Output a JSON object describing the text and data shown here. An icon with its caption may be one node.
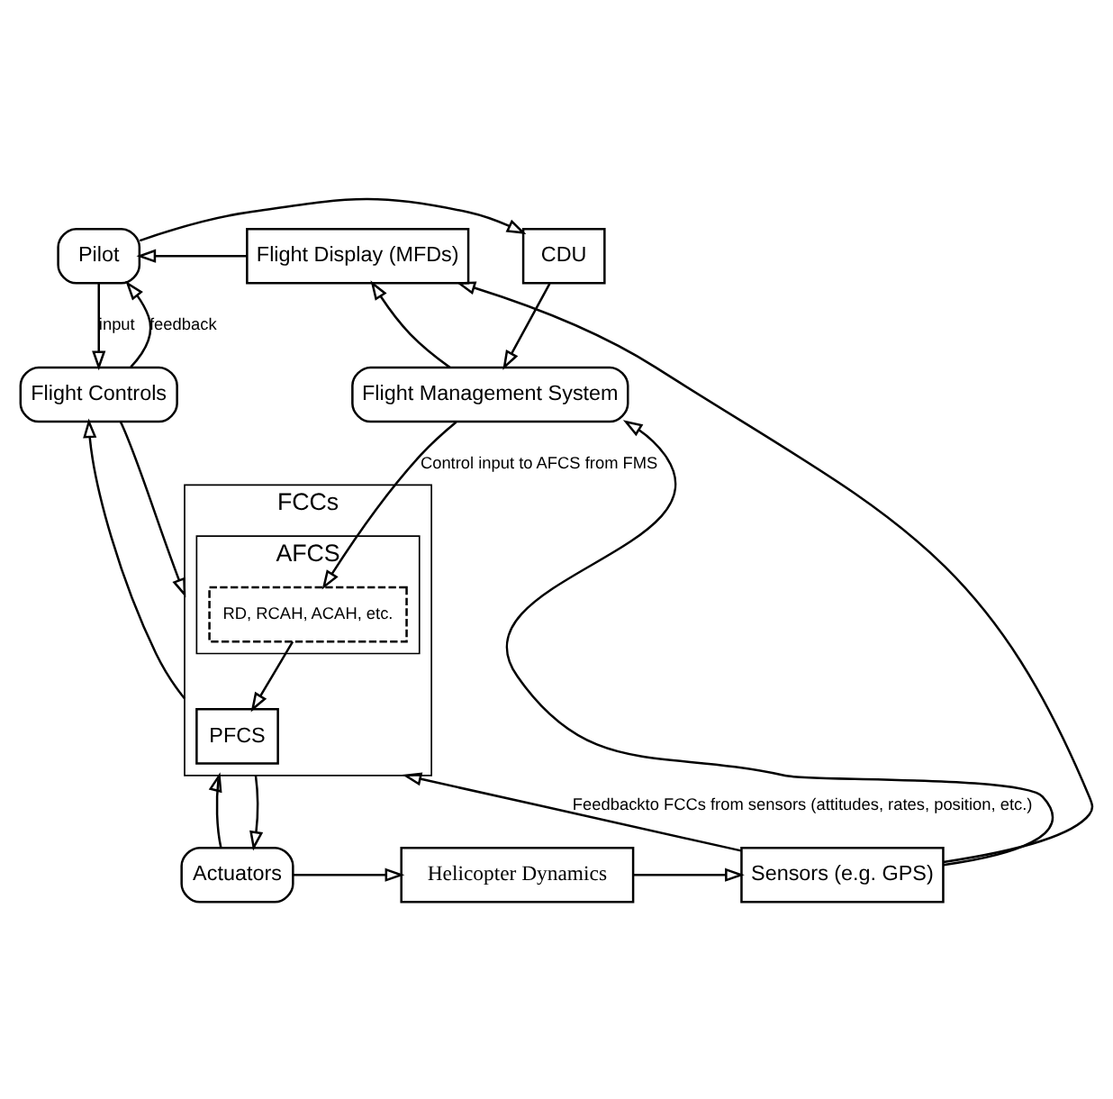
{
  "diagram": {
    "nodes": [
      {
        "text": [
          "Pilot"
        ]
      },
      {
        "text": [
          "CDU"
        ]
      },
      {
        "text": [
          "Flight Display (MFDs)"
        ]
      },
      {
        "text": [
          "Flight Controls"
        ]
      },
      {
        "text": [
          "Flight Management System"
        ]
      },
      {
        "text": [
          "FCCs"
        ]
      },
      {
        "text": [
          "AFCS"
        ],
        "in": 5
      },
      {
        "text": [
          "RD, RCAH, ACAH, etc."
        ],
        "in": 6
      },
      {
        "text": [
          "PFCS"
        ],
        "in": 5
      },
      {
        "text": [
          "Actuators"
        ]
      },
      {
        "text": [
          "Helicopter Dynamics"
        ]
      },
      {
        "text": [
          "Sensors (e.g. GPS)"
        ]
      }
    ],
    "edges": [
      {
        "from": 2,
        "to": 0,
        "arrow": "to"
      },
      {
        "from": 0,
        "to": 1,
        "arrow": "to"
      },
      {
        "from": 3,
        "to": 0,
        "label": "feedback",
        "arrow": "to"
      },
      {
        "from": 0,
        "to": 3,
        "label": "input",
        "arrow": "to"
      },
      {
        "from": 1,
        "to": 4,
        "arrow": "to"
      },
      {
        "from": 4,
        "to": 2,
        "arrow": "to"
      },
      {
        "from": 5,
        "to": 3,
        "arrow": "to"
      },
      {
        "from": 3,
        "to": 5,
        "arrow": "to"
      },
      {
        "from": 4,
        "to": 7,
        "label": "Control input to AFCS from FMS",
        "arrow": "to"
      },
      {
        "from": 7,
        "to": 8,
        "arrow": "to"
      },
      {
        "from": 11,
        "to": 2,
        "arrow": "to"
      },
      {
        "from": 11,
        "to": 4,
        "arrow": "to"
      },
      {
        "from": 11,
        "to": 5,
        "label": "Feedbackto FCCs from sensors (attitudes, rates, position, etc.)",
        "arrow": "to"
      },
      {
        "from": 9,
        "to": 5,
        "arrow": "to"
      },
      {
        "from": 5,
        "to": 9,
        "arrow": "to"
      },
      {
        "from": 9,
        "to": 10,
        "arrow": "to"
      },
      {
        "from": 10,
        "to": 11,
        "arrow": "to"
      }
    ]
  }
}
